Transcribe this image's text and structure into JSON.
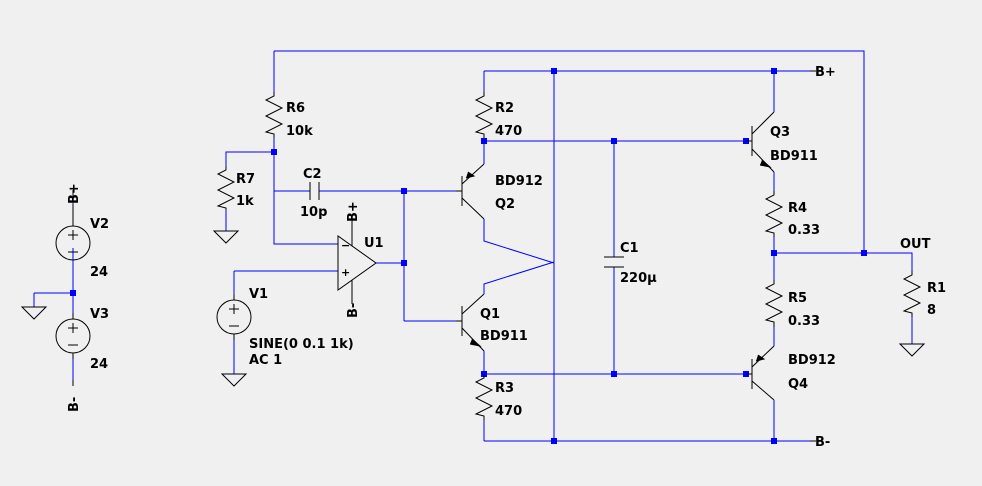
{
  "colors": {
    "background": "#f0f0f0",
    "wire": "#0000ff",
    "component": "#000000",
    "junction": "#0000ff"
  },
  "net_labels": {
    "bplus": "B+",
    "bminus": "B-",
    "out": "OUT"
  },
  "supply_left": {
    "v2": {
      "name": "V2",
      "value": "24",
      "top_label": "B+"
    },
    "v3": {
      "name": "V3",
      "value": "24",
      "bottom_label": "B-"
    }
  },
  "opamp": {
    "name": "U1",
    "plus_supply": "B+",
    "minus_supply": "B-"
  },
  "source": {
    "name": "V1",
    "value_line1": "SINE(0 0.1 1k)",
    "value_line2": "AC 1"
  },
  "resistors": {
    "r1": {
      "name": "R1",
      "value": "8"
    },
    "r2": {
      "name": "R2",
      "value": "470"
    },
    "r3": {
      "name": "R3",
      "value": "470"
    },
    "r4": {
      "name": "R4",
      "value": "0.33"
    },
    "r5": {
      "name": "R5",
      "value": "0.33"
    },
    "r6": {
      "name": "R6",
      "value": "10k"
    },
    "r7": {
      "name": "R7",
      "value": "1k"
    }
  },
  "capacitors": {
    "c1": {
      "name": "C1",
      "value": "220µ"
    },
    "c2": {
      "name": "C2",
      "value": "10p"
    }
  },
  "transistors": {
    "q1": {
      "name": "Q1",
      "model": "BD911"
    },
    "q2": {
      "name": "Q2",
      "model": "BD912"
    },
    "q3": {
      "name": "Q3",
      "model": "BD911"
    },
    "q4": {
      "name": "Q4",
      "model": "BD912"
    }
  }
}
